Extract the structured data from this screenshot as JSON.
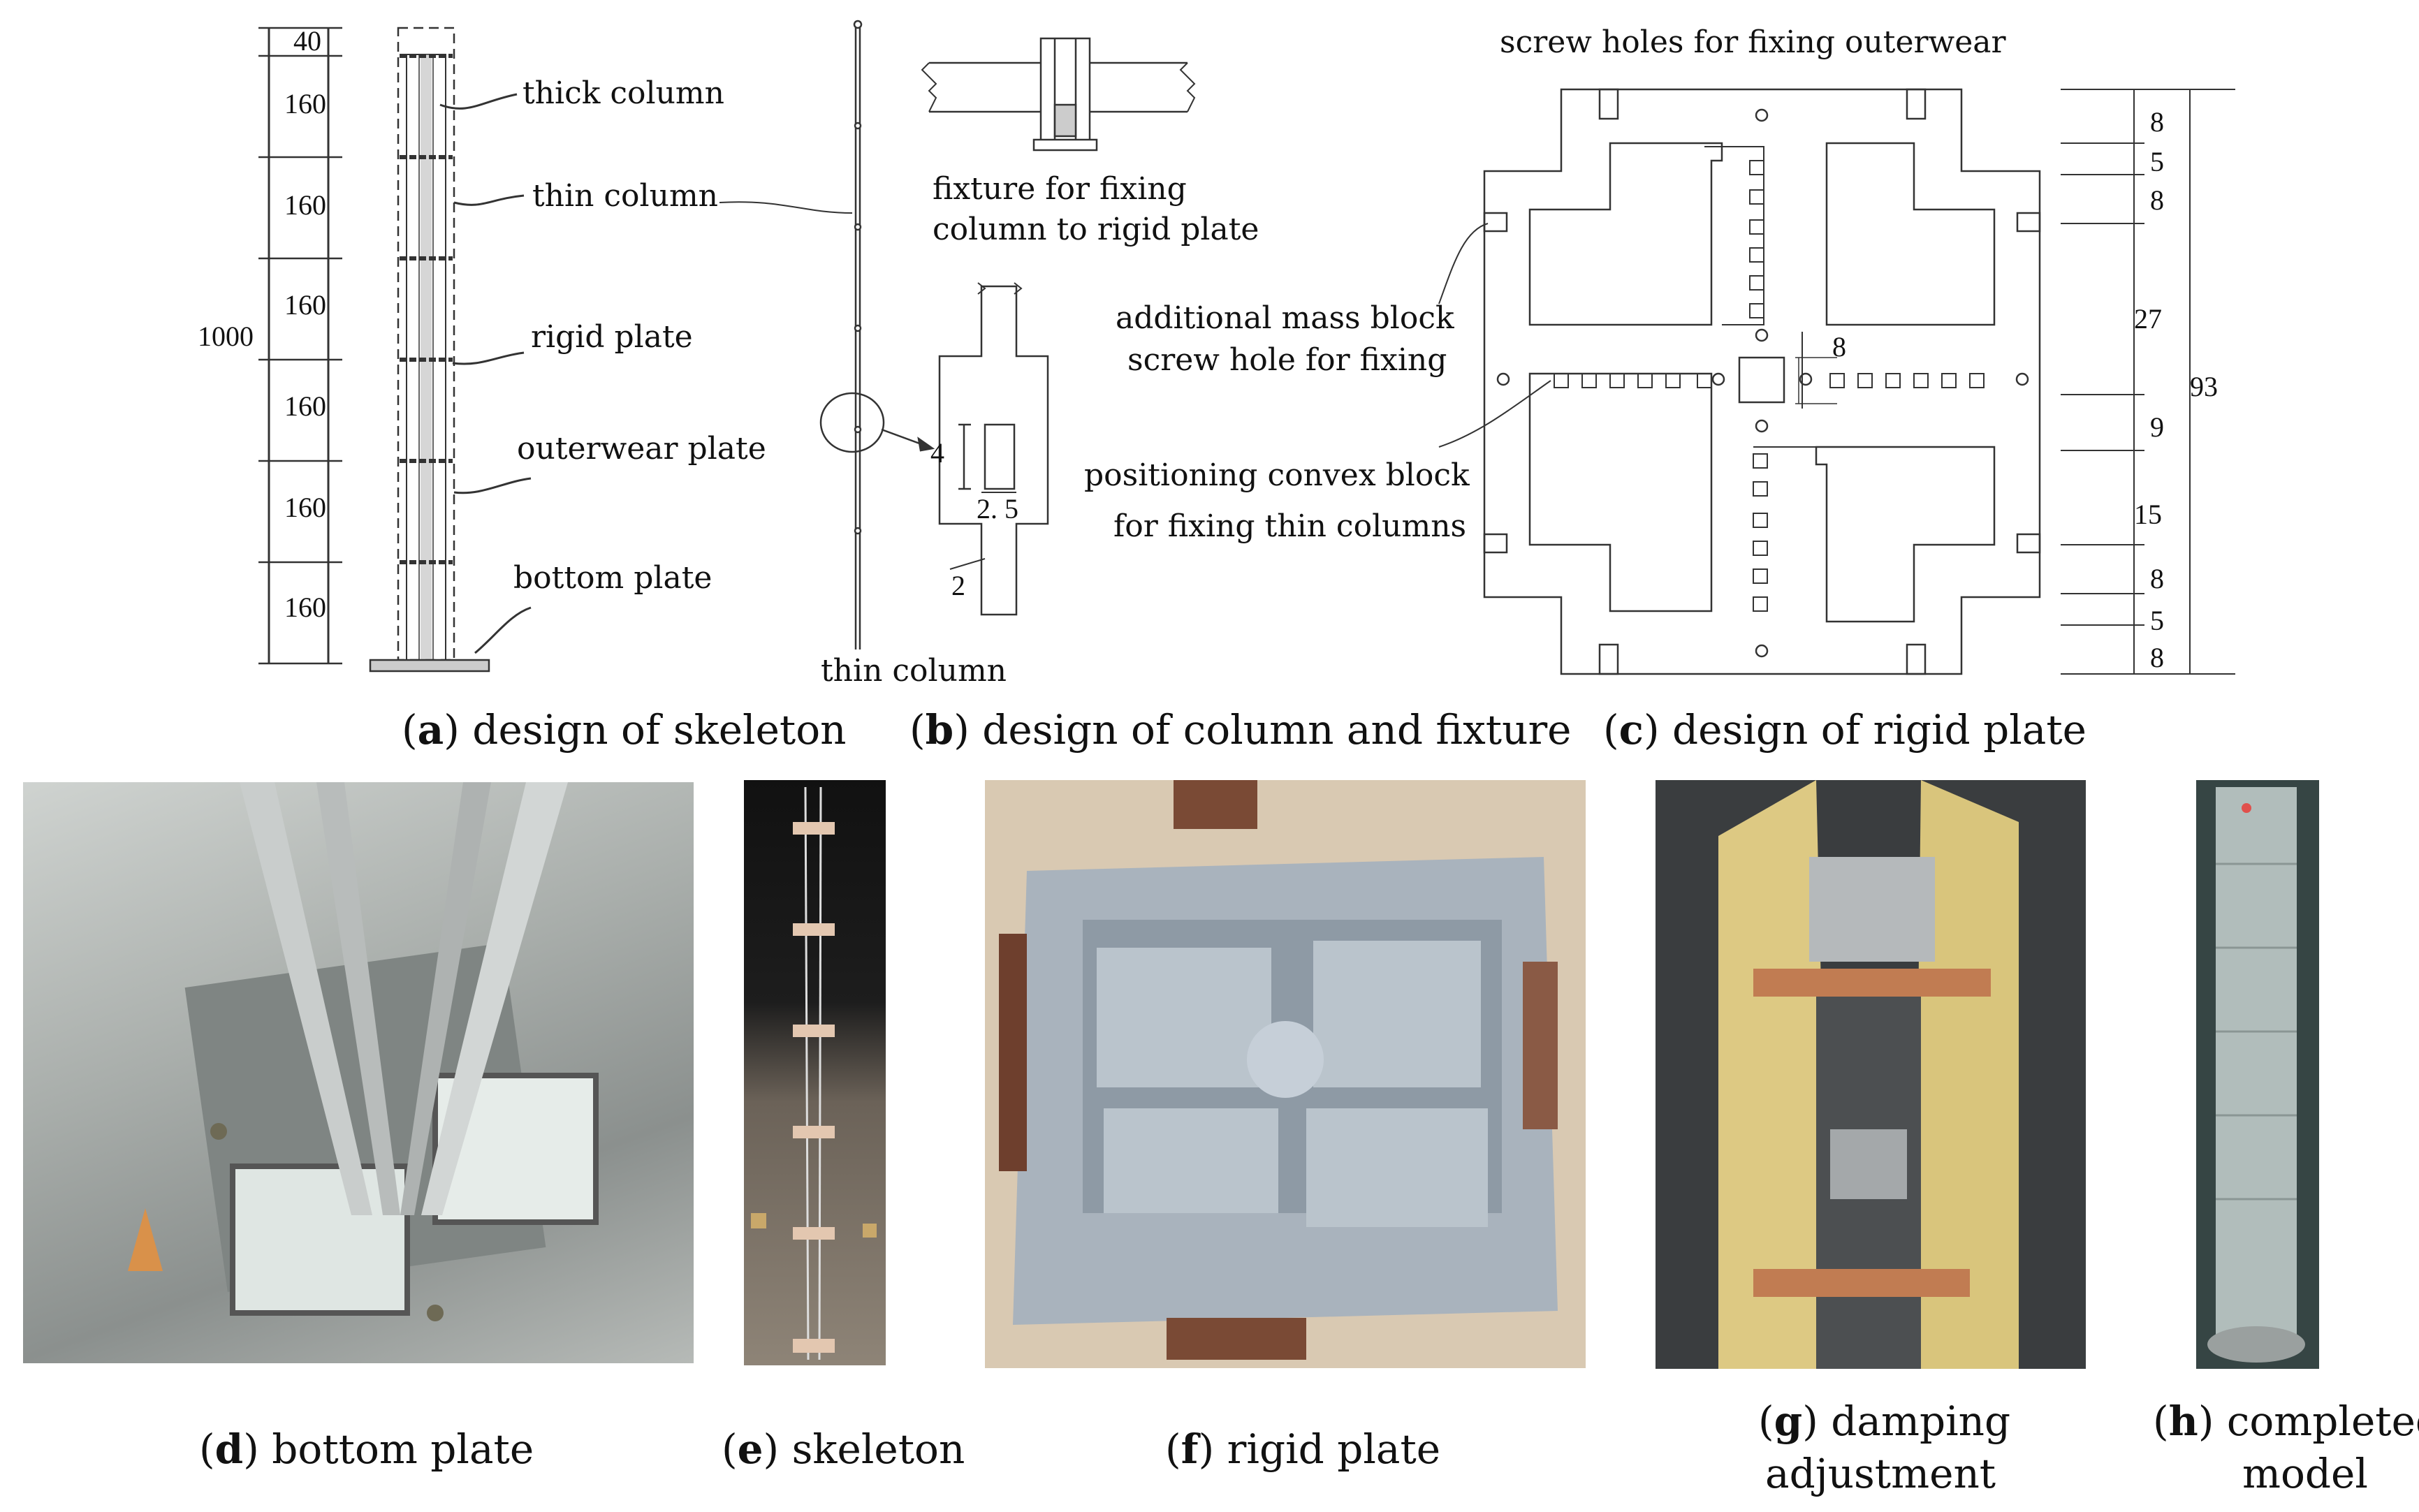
{
  "panel_a": {
    "dims": {
      "top": "40",
      "floor1": "160",
      "floor2": "160",
      "floor3": "160",
      "floor4": "160",
      "floor5": "160",
      "floor6": "160",
      "total": "1000"
    },
    "labels": {
      "thick": "thick column",
      "thin": "thin column",
      "rigid": "rigid plate",
      "outerwear": "outerwear plate",
      "bottom": "bottom plate"
    },
    "caption": {
      "letter": "a",
      "text": " design of skeleton"
    }
  },
  "panel_b": {
    "fixture_line1": "fixture for fixing",
    "fixture_line2": "column to rigid plate",
    "dim_4": "4",
    "dim_25": "2. 5",
    "dim_2": "2",
    "thin_column": "thin column",
    "caption": {
      "letter": "b",
      "text": " design of column and fixture"
    }
  },
  "panel_c": {
    "screw_holes": "screw holes for fixing outerwear",
    "mass_line1": "additional mass block",
    "mass_line2": "screw hole for fixing",
    "pos_line1": "positioning convex block",
    "pos_line2": "for fixing thin columns",
    "center_dim": "8",
    "right_dims": [
      "8",
      "5",
      "8",
      "27",
      "9",
      "15",
      "8",
      "5",
      "8"
    ],
    "total": "93",
    "caption": {
      "letter": "c",
      "text": " design of rigid plate"
    }
  },
  "photos": {
    "d": {
      "letter": "d",
      "text": " bottom plate"
    },
    "e": {
      "letter": "e",
      "text": " skeleton"
    },
    "f": {
      "letter": "f",
      "text": " rigid plate"
    },
    "g": {
      "letter": "g",
      "line1": " damping",
      "line2": "adjustment"
    },
    "h": {
      "letter": "h",
      "line1": " completed",
      "line2": "model"
    }
  }
}
